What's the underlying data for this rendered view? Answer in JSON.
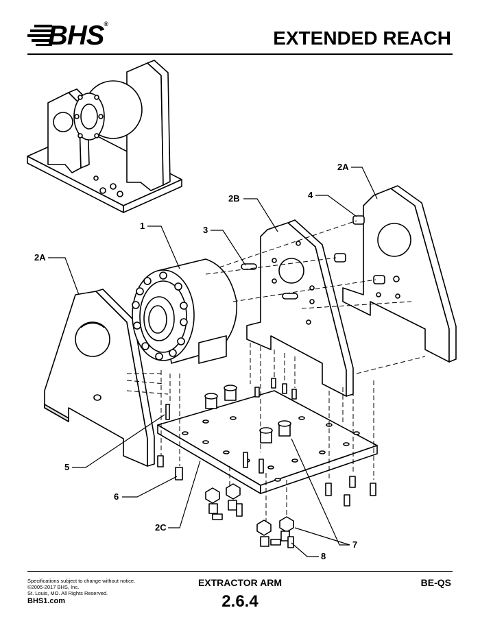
{
  "header": {
    "brand": "BHS",
    "brand_mark": "®",
    "title": "EXTENDED REACH"
  },
  "callouts": {
    "c1": "1",
    "c2a_left": "2A",
    "c2a_right": "2A",
    "c2b": "2B",
    "c2c": "2C",
    "c3": "3",
    "c4": "4",
    "c5": "5",
    "c6": "6",
    "c7": "7",
    "c8": "8"
  },
  "footer": {
    "note1": "Specifications subject to change without notice.",
    "note2": "©2005-2017 BHS, Inc.",
    "note3": "St. Louis, MO.  All Rights Reserved.",
    "website": "BHS1.com",
    "subtitle": "EXTRACTOR ARM",
    "section": "2.6.4",
    "code": "BE-QS"
  },
  "icons": {
    "logo": "bhs-logo-speed-lines"
  }
}
